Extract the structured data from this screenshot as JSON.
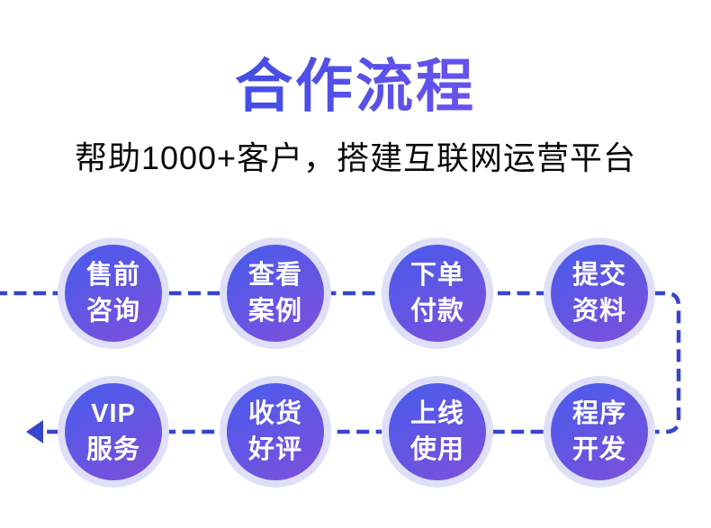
{
  "header": {
    "title": "合作流程",
    "subtitle": "帮助1000+客户，搭建互联网运营平台"
  },
  "flow": {
    "rows": [
      {
        "steps": [
          {
            "name": "presale-consult",
            "line1": "售前",
            "line2": "咨询"
          },
          {
            "name": "view-cases",
            "line1": "查看",
            "line2": "案例"
          },
          {
            "name": "order-payment",
            "line1": "下单",
            "line2": "付款"
          },
          {
            "name": "submit-materials",
            "line1": "提交",
            "line2": "资料"
          }
        ]
      },
      {
        "steps": [
          {
            "name": "vip-service",
            "line1": "VIP",
            "line2": "服务"
          },
          {
            "name": "receive-review",
            "line1": "收货",
            "line2": "好评"
          },
          {
            "name": "launch-use",
            "line1": "上线",
            "line2": "使用"
          },
          {
            "name": "program-dev",
            "line1": "程序",
            "line2": "开发"
          }
        ]
      }
    ]
  },
  "colors": {
    "title_gradient_start": "#1d46e0",
    "title_gradient_end": "#8e5af2",
    "subtitle_text": "#0a0a0a",
    "line": "#3745cb",
    "halo": "#dfe0f8",
    "circle_gradient_start": "#4b5beb",
    "circle_gradient_end": "#7b50dc",
    "circle_text": "#ffffff"
  }
}
